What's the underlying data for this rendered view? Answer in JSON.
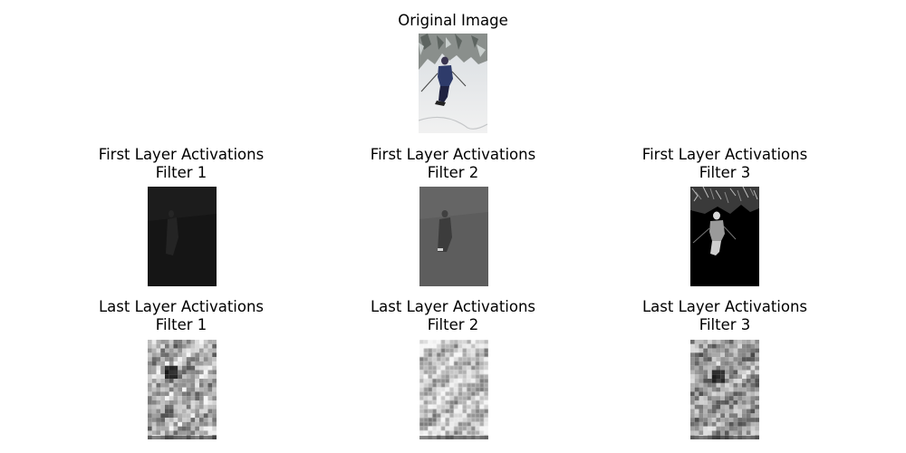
{
  "figure": {
    "original": {
      "title": "Original Image"
    },
    "first_layer": [
      {
        "title": "First Layer Activations",
        "subtitle": "Filter 1"
      },
      {
        "title": "First Layer Activations",
        "subtitle": "Filter 2"
      },
      {
        "title": "First Layer Activations",
        "subtitle": "Filter 3"
      }
    ],
    "last_layer": [
      {
        "title": "Last Layer Activations",
        "subtitle": "Filter 1"
      },
      {
        "title": "Last Layer Activations",
        "subtitle": "Filter 2"
      },
      {
        "title": "Last Layer Activations",
        "subtitle": "Filter 3"
      }
    ]
  }
}
